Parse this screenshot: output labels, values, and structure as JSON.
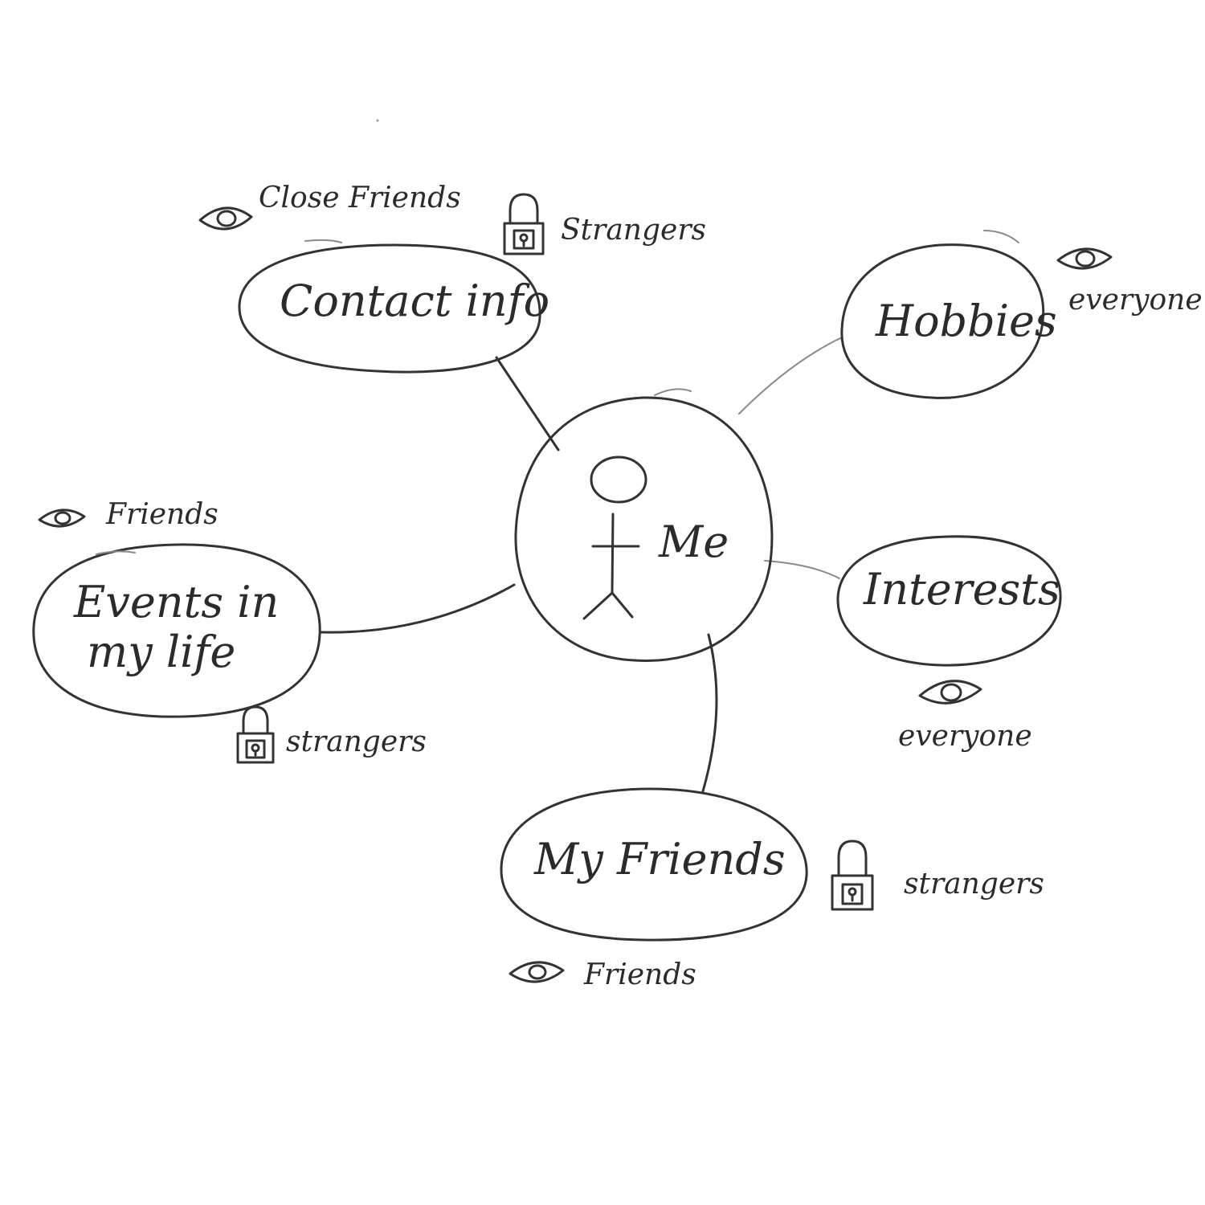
{
  "center": {
    "label": "Me"
  },
  "nodes": {
    "contact": {
      "label": "Contact info",
      "visibility": "Close Friends",
      "locked": "Strangers"
    },
    "hobbies": {
      "label": "Hobbies",
      "visibility": "everyone"
    },
    "interests": {
      "label": "Interests",
      "visibility": "everyone"
    },
    "events": {
      "label_line1": "Events in",
      "label_line2": "my life",
      "visibility": "Friends",
      "locked": "strangers"
    },
    "friends": {
      "label": "My Friends",
      "visibility": "Friends",
      "locked": "strangers"
    }
  },
  "icons": {
    "visible": "eye-icon",
    "restricted": "lock-icon"
  },
  "colors": {
    "ink": "#333333",
    "paper": "#ffffff"
  }
}
